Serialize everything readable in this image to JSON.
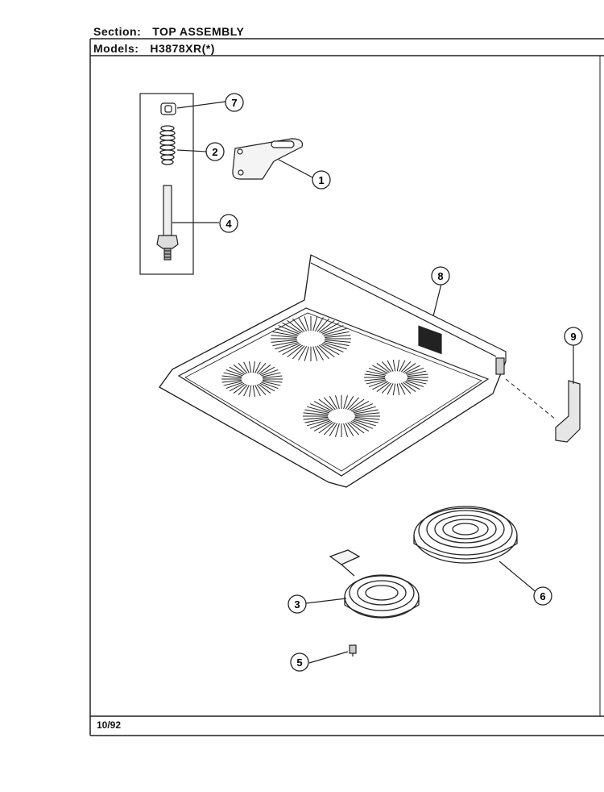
{
  "header": {
    "section_label": "Section:",
    "section_value": "TOP ASSEMBLY",
    "models_label": "Models:",
    "models_value": "H3878XR(*)"
  },
  "footer": {
    "date": "10/92"
  },
  "callouts": [
    "7",
    "2",
    "4",
    "1",
    "8",
    "9",
    "6",
    "3",
    "5"
  ]
}
